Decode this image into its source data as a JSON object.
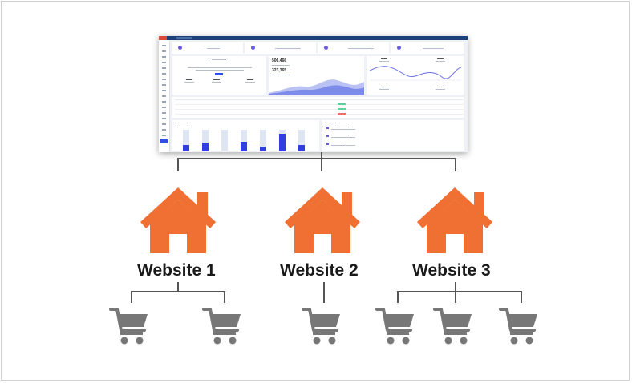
{
  "websites": [
    {
      "label": "Website 1",
      "carts": 2
    },
    {
      "label": "Website 2",
      "carts": 1
    },
    {
      "label": "Website 3",
      "carts": 3
    }
  ],
  "dashboard": {
    "metric_1": "506,466",
    "metric_2": "323,365"
  },
  "colors": {
    "house": "#f07034",
    "cart": "#777777",
    "connector": "#555555",
    "accent": "#2f4fe0"
  },
  "icons": {
    "house": "house-icon",
    "cart": "shopping-cart-icon"
  }
}
